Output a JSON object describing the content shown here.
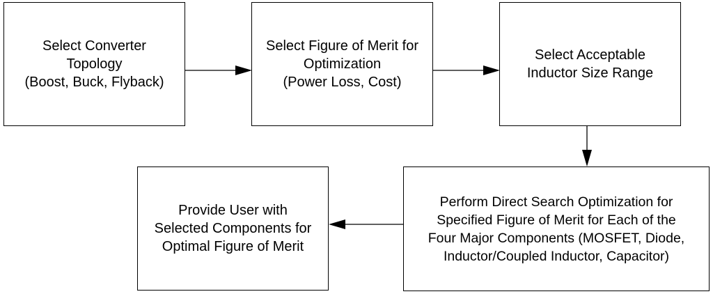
{
  "nodes": [
    {
      "id": "topology",
      "lines": [
        "Select Converter",
        "Topology",
        "(Boost, Buck, Flyback)"
      ]
    },
    {
      "id": "figure-of-merit",
      "lines": [
        "Select Figure of Merit for",
        "Optimization",
        "(Power Loss, Cost)"
      ]
    },
    {
      "id": "inductor-size",
      "lines": [
        "Select Acceptable",
        "Inductor Size Range"
      ]
    },
    {
      "id": "direct-search",
      "lines": [
        "Perform Direct Search Optimization for",
        "Specified Figure of Merit for Each of the",
        "Four Major Components (MOSFET, Diode,",
        "Inductor/Coupled Inductor, Capacitor)"
      ]
    },
    {
      "id": "provide-user",
      "lines": [
        "Provide User with",
        "Selected Components for",
        "Optimal Figure of Merit"
      ]
    }
  ],
  "edges": [
    {
      "from": "topology",
      "to": "figure-of-merit"
    },
    {
      "from": "figure-of-merit",
      "to": "inductor-size"
    },
    {
      "from": "inductor-size",
      "to": "direct-search"
    },
    {
      "from": "direct-search",
      "to": "provide-user"
    }
  ]
}
